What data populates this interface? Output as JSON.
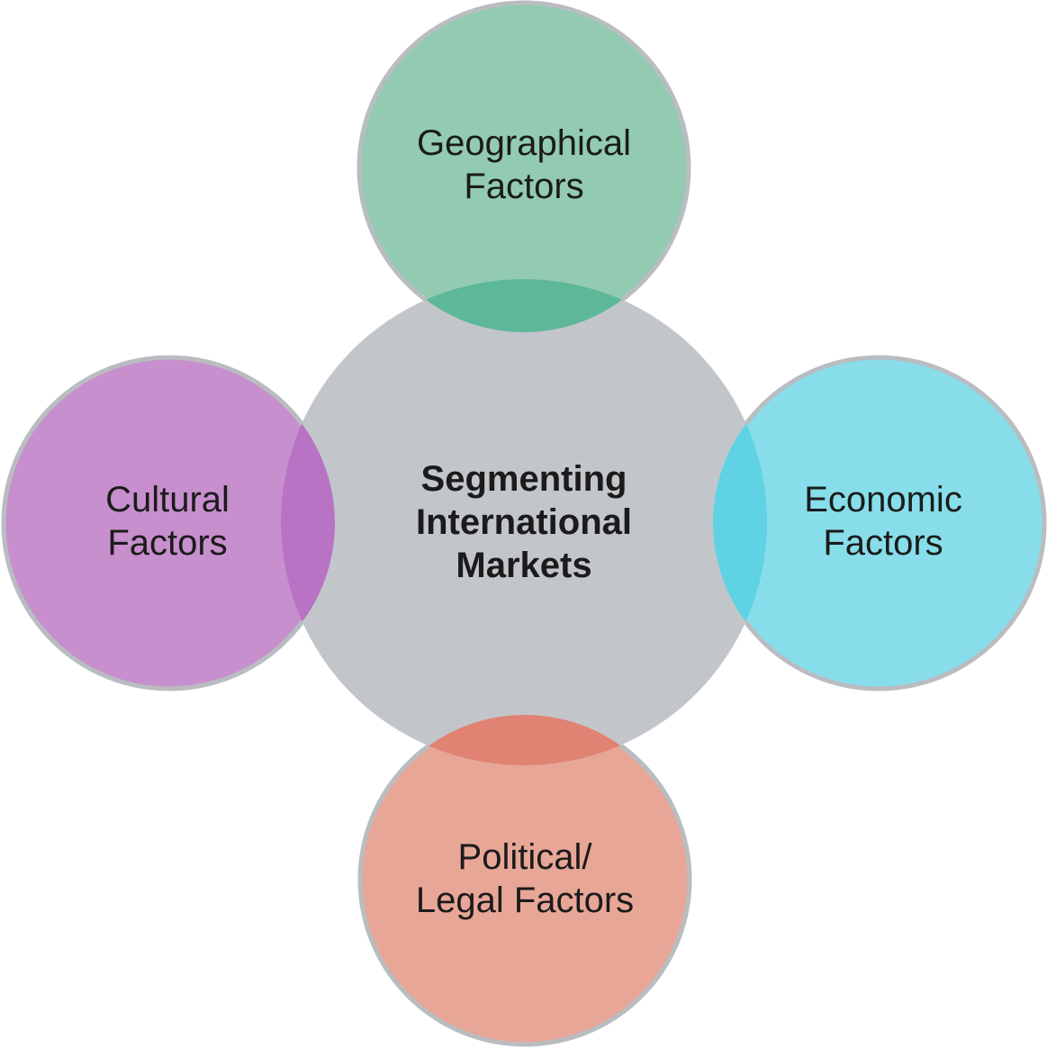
{
  "diagram": {
    "type": "hub-and-spoke venn diagram",
    "background_color": "#ffffff",
    "text_color": "#1b1b1b",
    "halo_color": "#b9bdc1",
    "center": {
      "label_lines": [
        "Segmenting",
        "International",
        "Markets"
      ],
      "fill": "#C2C6CB"
    },
    "satellites": {
      "geographical": {
        "label_lines": [
          "Geographical",
          "Factors"
        ],
        "fill": "#92CBB2",
        "overlap_fill": "#5CB898",
        "position": "top"
      },
      "economic": {
        "label_lines": [
          "Economic",
          "Factors"
        ],
        "fill": "#87DEEA",
        "overlap_fill": "#5FD3E3",
        "position": "right"
      },
      "political_legal": {
        "label_lines": [
          "Political/",
          "Legal Factors"
        ],
        "fill": "#E8A697",
        "overlap_fill": "#E08372",
        "position": "bottom"
      },
      "cultural": {
        "label_lines": [
          "Cultural",
          "Factors"
        ],
        "fill": "#C78FCD",
        "overlap_fill": "#B873C5",
        "position": "left"
      }
    }
  }
}
